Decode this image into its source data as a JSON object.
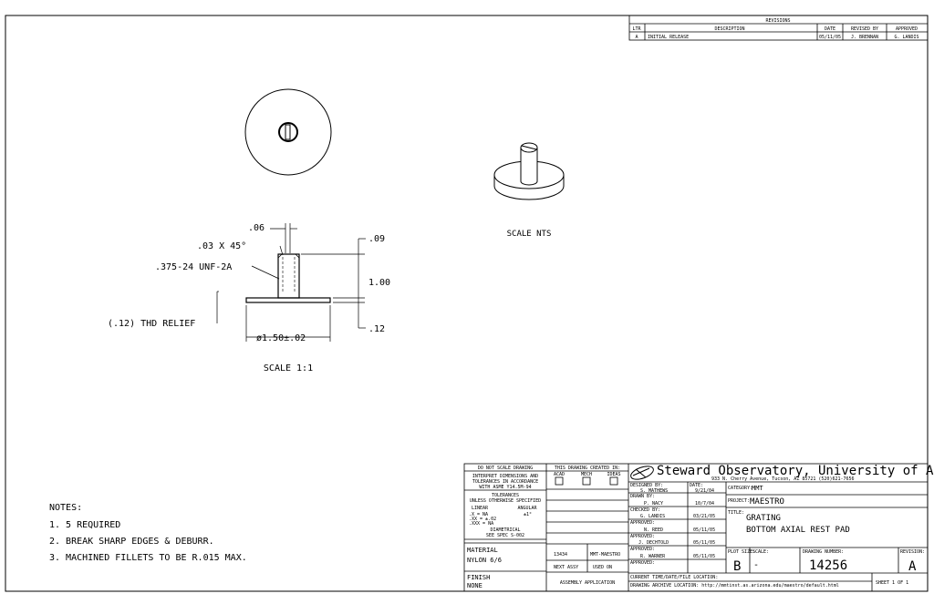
{
  "revisions": {
    "title": "REVISIONS",
    "headers": {
      "ltr": "LTR",
      "description": "DESCRIPTION",
      "date": "DATE",
      "revised_by": "REVISED BY",
      "approved": "APPROVED"
    },
    "row": {
      "ltr": "A",
      "description": "INITIAL RELEASE",
      "date": "05/11/05",
      "revised_by": "J. BRENNAN",
      "approved": "G. LANDIS"
    }
  },
  "views": {
    "iso_scale": "SCALE NTS",
    "section_scale": "SCALE 1:1"
  },
  "dimensions": {
    "d_06": ".06",
    "chamfer": ".03 X 45°",
    "thread": ".375-24 UNF-2A",
    "relief": "(.12) THD RELIEF",
    "diameter": "ø1.50±.02",
    "d_09": ".09",
    "d_100": "1.00",
    "d_12": ".12"
  },
  "notes": {
    "title": "NOTES:",
    "items": [
      "1. 5 REQUIRED",
      "2. BREAK SHARP EDGES & DEBURR.",
      "3. MACHINED FILLETS TO BE R.015 MAX."
    ]
  },
  "title_block": {
    "do_not_scale": "DO NOT SCALE DRAWING",
    "interpret": "INTERPRET DIMENSIONS AND",
    "interpret2": "TOLERANCES IN ACCORDANCE",
    "interpret3": "WITH ASME Y14.5M-94",
    "tolerances": "TOLERANCES",
    "unless": "UNLESS OTHERWISE SPECIFIED",
    "linear": "LINEAR",
    "angular": "ANGULAR",
    "tol_x": ".X   = NA",
    "tol_xx": ".XX  = ±.02",
    "tol_xxx": ".XXX = NA",
    "tol_ang": "±1°",
    "diametrical": "DIAMETRICAL",
    "see_spec": "SEE SPEC S-002",
    "material_label": "MATERIAL",
    "material": "NYLON 6/6",
    "finish_label": "FINISH",
    "finish": "NONE",
    "created_in": "THIS DRAWING CREATED IN:",
    "acad": "ACAD",
    "mech": "MECH",
    "ideas": "IDEAS",
    "next_assy_num": "13434",
    "used_on_val": "MMT-MAESTRO",
    "next_assy": "NEXT ASSY",
    "used_on": "USED ON",
    "assembly_application": "ASSEMBLY APPLICATION",
    "org_name": "Steward Observatory, University of Arizona",
    "org_address": "933 N. Cherry Avenue, Tucson, AZ  85721   (520)621-7656",
    "designed_by_label": "DESIGNED BY:",
    "designed_by": "S. MATHEWS",
    "date_label": "DATE:",
    "designed_date": "9/21/04",
    "drawn_by_label": "DRAWN BY:",
    "drawn_by": "P. NACY",
    "drawn_date": "10/7/04",
    "checked_by_label": "CHECKED BY:",
    "checked_by": "G. LANDIS",
    "checked_date": "03/21/05",
    "approved1_label": "APPROVED:",
    "approved1": "N. REED",
    "approved1_date": "05/11/05",
    "approved2_label": "APPROVED:",
    "approved2": "J. DECHTOLD",
    "approved2_date": "05/11/05",
    "approved3_label": "APPROVED:",
    "approved3": "R. WARNER",
    "approved3_date": "05/11/05",
    "approved4_label": "APPROVED:",
    "category_label": "CATEGORY:",
    "category": "MMT",
    "project_label": "PROJECT:",
    "project": "MAESTRO",
    "title_label": "TITLE:",
    "title1": "GRATING",
    "title2": "BOTTOM AXIAL REST PAD",
    "plot_size_label": "PLOT SIZE:",
    "plot_size": "B",
    "scale_label": "SCALE:",
    "scale": "-",
    "drawing_number_label": "DRAWING NUMBER:",
    "drawing_number": "14256",
    "revision_label": "REVISION:",
    "revision": "A",
    "current_time_label": "CURRENT TIME/DATE/FILE LOCATION:",
    "archive_label": "DRAWING ARCHIVE LOCATION: http://mmtinst.as.arizona.edu/maestro/default.html",
    "sheet": "SHEET 1 OF 1"
  }
}
